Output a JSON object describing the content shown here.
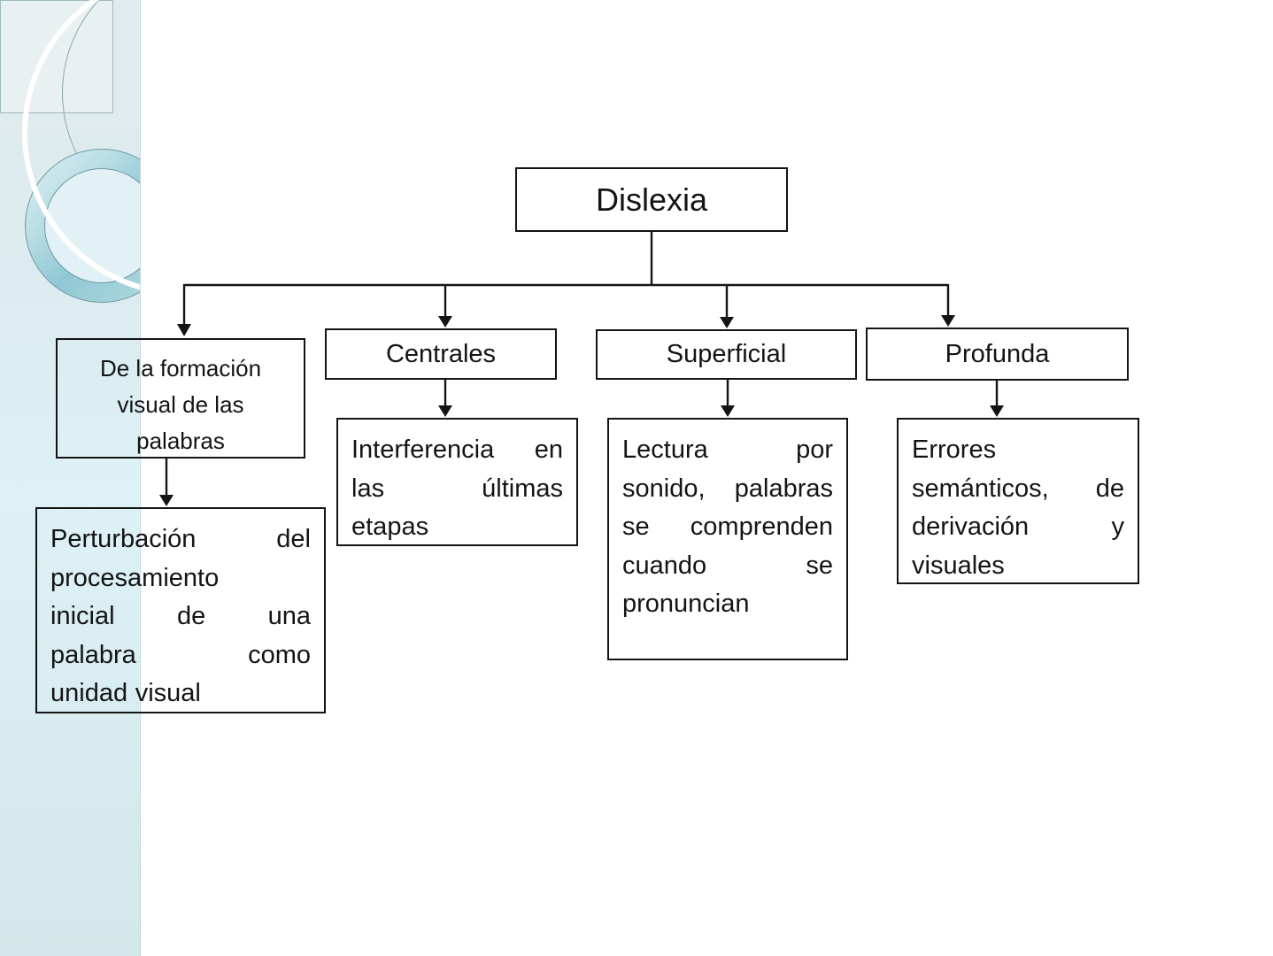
{
  "slide": {
    "background_color": "#ffffff",
    "text_color": "#141414",
    "border_color": "#141414",
    "decor": {
      "strip_gradient_top": "#e1ebee",
      "strip_gradient_bottom": "#d4e7ea",
      "ring_teal": "#8fc8d4",
      "ring_edge": "#6f99a3",
      "circle_white": "#ffffff"
    }
  },
  "diagram": {
    "root": {
      "label": "Dislexia"
    },
    "branches": [
      {
        "label_lines": [
          "De la formación",
          "visual de las",
          "palabras"
        ],
        "detail_lines": [
          "Perturbación del",
          "procesamiento",
          "inicial de una",
          "palabra como",
          "unidad visual"
        ]
      },
      {
        "label": "Centrales",
        "detail_lines": [
          "Interferencia en",
          "las últimas",
          "etapas"
        ]
      },
      {
        "label": "Superficial",
        "detail_lines": [
          "Lectura por",
          "sonido, palabras",
          "se comprenden",
          "cuando se",
          "pronuncian"
        ]
      },
      {
        "label": "Profunda",
        "detail_lines": [
          "Errores",
          "semánticos, de",
          "derivación y",
          "visuales"
        ]
      }
    ]
  }
}
